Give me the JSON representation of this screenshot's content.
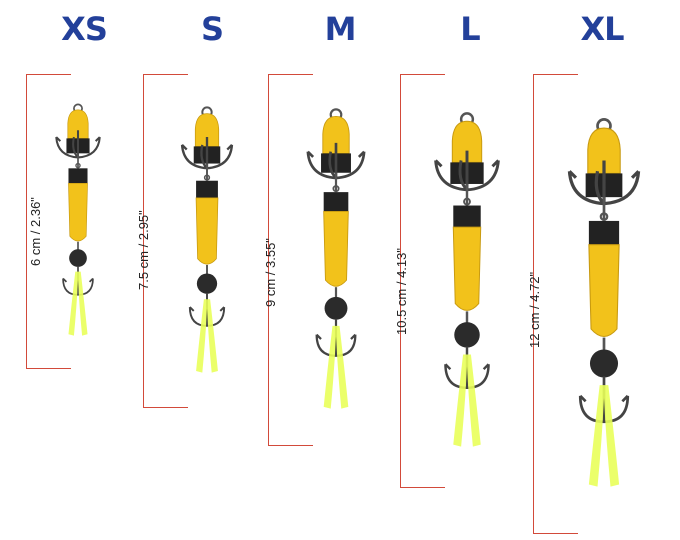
{
  "sizes": [
    {
      "label": "XS",
      "measure": "6 cm / 2.36\""
    },
    {
      "label": "S",
      "measure": "7.5 cm / 2.95\""
    },
    {
      "label": "M",
      "measure": "9 cm / 3.55\""
    },
    {
      "label": "L",
      "measure": "10.5 cm / 4.13\""
    },
    {
      "label": "XL",
      "measure": "12 cm / 4.72\""
    }
  ],
  "colors": {
    "label": "#23409a",
    "ruler": "#d24a3a",
    "body_yellow": "#f2c21b",
    "band_black": "#222222",
    "tassel": "#e9ff5a"
  }
}
